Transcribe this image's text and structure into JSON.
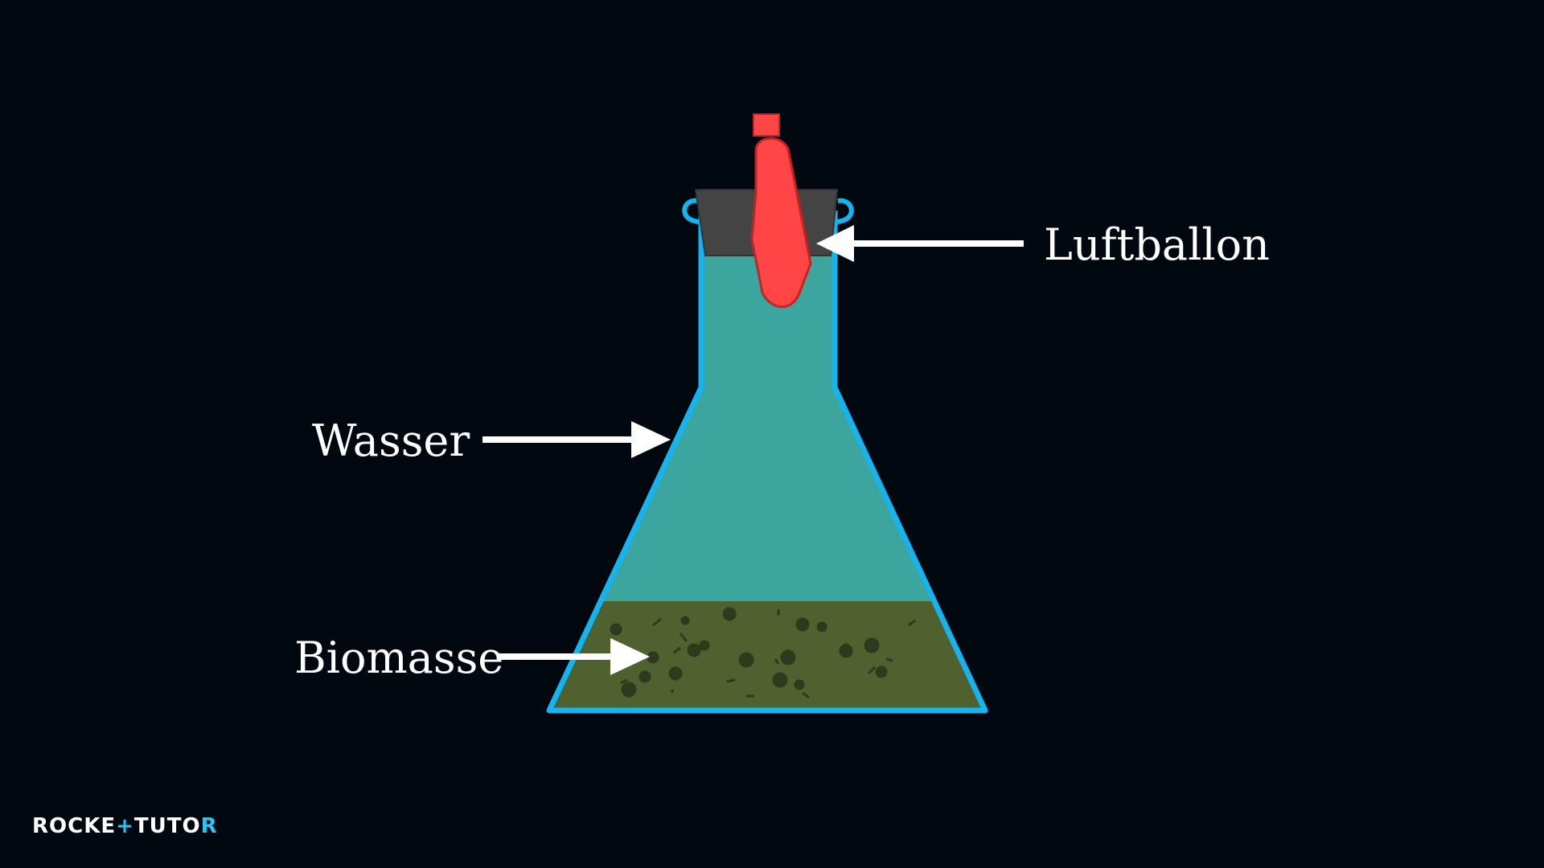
{
  "labels": {
    "balloon": "Luftballon",
    "water": "Wasser",
    "biomass": "Biomasse"
  },
  "logo": {
    "text": "ROCKETTUTOR",
    "accent_color": "#2ec4f1"
  },
  "colors": {
    "background": "#020810",
    "flask_outline": "#16b4ef",
    "water": "#3ba59e",
    "biomass": "#4e612f",
    "biomass_particles": "#2e3a1b",
    "stopper": "#444444",
    "balloon": "#ff4545",
    "balloon_outline": "#c42424",
    "arrow": "#ffffff"
  }
}
